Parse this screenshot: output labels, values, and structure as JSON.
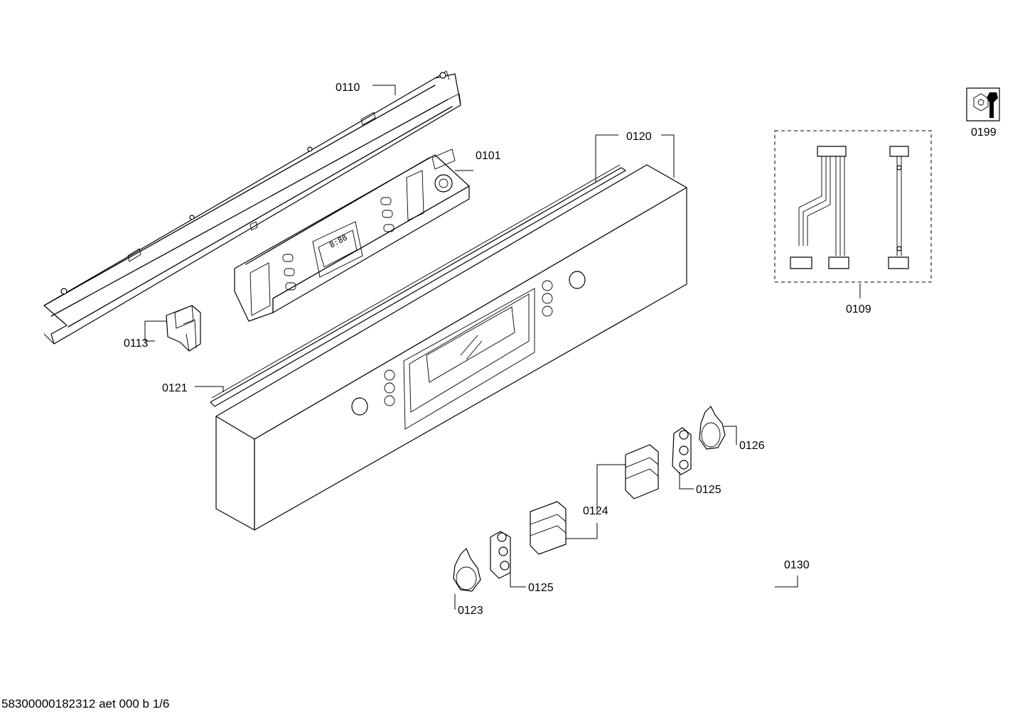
{
  "diagram": {
    "part_labels": {
      "p0110": "0110",
      "p0101": "0101",
      "p0120": "0120",
      "p0113": "0113",
      "p0121": "0121",
      "p0109": "0109",
      "p0199": "0199",
      "p0126": "0126",
      "p0125a": "0125",
      "p0124": "0124",
      "p0125b": "0125",
      "p0123": "0123",
      "p0130": "0130"
    },
    "display_digits": "8:88"
  },
  "footer": {
    "doc_id": "58300000182312 aet 000 b 1/6"
  }
}
